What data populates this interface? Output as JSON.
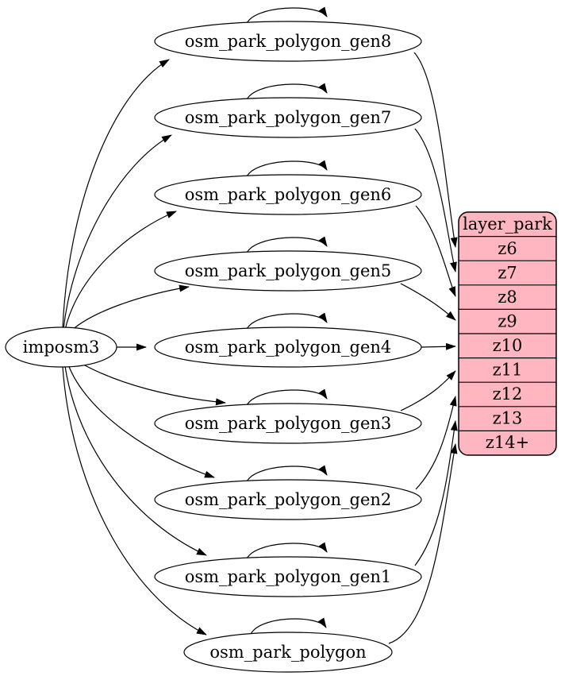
{
  "diagram": {
    "kind": "dependency-graph",
    "colors": {
      "background": "#ffffff",
      "node_fill": "#ffffff",
      "record_fill": "#ffb6c1",
      "stroke": "#000000",
      "text": "#000000"
    },
    "source": {
      "label": "imposm3"
    },
    "tables": [
      {
        "label": "osm_park_polygon_gen8"
      },
      {
        "label": "osm_park_polygon_gen7"
      },
      {
        "label": "osm_park_polygon_gen6"
      },
      {
        "label": "osm_park_polygon_gen5"
      },
      {
        "label": "osm_park_polygon_gen4"
      },
      {
        "label": "osm_park_polygon_gen3"
      },
      {
        "label": "osm_park_polygon_gen2"
      },
      {
        "label": "osm_park_polygon_gen1"
      },
      {
        "label": "osm_park_polygon"
      }
    ],
    "layer": {
      "title": "layer_park",
      "zoom_rows": [
        "z6",
        "z7",
        "z8",
        "z9",
        "z10",
        "z11",
        "z12",
        "z13",
        "z14+"
      ]
    },
    "edges": [
      {
        "from": "imposm3",
        "to": "osm_park_polygon_gen8"
      },
      {
        "from": "imposm3",
        "to": "osm_park_polygon_gen7"
      },
      {
        "from": "imposm3",
        "to": "osm_park_polygon_gen6"
      },
      {
        "from": "imposm3",
        "to": "osm_park_polygon_gen5"
      },
      {
        "from": "imposm3",
        "to": "osm_park_polygon_gen4"
      },
      {
        "from": "imposm3",
        "to": "osm_park_polygon_gen3"
      },
      {
        "from": "imposm3",
        "to": "osm_park_polygon_gen2"
      },
      {
        "from": "imposm3",
        "to": "osm_park_polygon_gen1"
      },
      {
        "from": "imposm3",
        "to": "osm_park_polygon"
      },
      {
        "from": "osm_park_polygon_gen8",
        "to": "osm_park_polygon_gen8",
        "type": "self-loop"
      },
      {
        "from": "osm_park_polygon_gen7",
        "to": "osm_park_polygon_gen7",
        "type": "self-loop"
      },
      {
        "from": "osm_park_polygon_gen6",
        "to": "osm_park_polygon_gen6",
        "type": "self-loop"
      },
      {
        "from": "osm_park_polygon_gen5",
        "to": "osm_park_polygon_gen5",
        "type": "self-loop"
      },
      {
        "from": "osm_park_polygon_gen4",
        "to": "osm_park_polygon_gen4",
        "type": "self-loop"
      },
      {
        "from": "osm_park_polygon_gen3",
        "to": "osm_park_polygon_gen3",
        "type": "self-loop"
      },
      {
        "from": "osm_park_polygon_gen2",
        "to": "osm_park_polygon_gen2",
        "type": "self-loop"
      },
      {
        "from": "osm_park_polygon_gen1",
        "to": "osm_park_polygon_gen1",
        "type": "self-loop"
      },
      {
        "from": "osm_park_polygon",
        "to": "osm_park_polygon",
        "type": "self-loop"
      },
      {
        "from": "osm_park_polygon_gen8",
        "to": "layer_park.z6"
      },
      {
        "from": "osm_park_polygon_gen7",
        "to": "layer_park.z7"
      },
      {
        "from": "osm_park_polygon_gen6",
        "to": "layer_park.z8"
      },
      {
        "from": "osm_park_polygon_gen5",
        "to": "layer_park.z9"
      },
      {
        "from": "osm_park_polygon_gen4",
        "to": "layer_park.z10"
      },
      {
        "from": "osm_park_polygon_gen3",
        "to": "layer_park.z11"
      },
      {
        "from": "osm_park_polygon_gen2",
        "to": "layer_park.z12"
      },
      {
        "from": "osm_park_polygon_gen1",
        "to": "layer_park.z13"
      },
      {
        "from": "osm_park_polygon",
        "to": "layer_park.z14+"
      }
    ]
  }
}
